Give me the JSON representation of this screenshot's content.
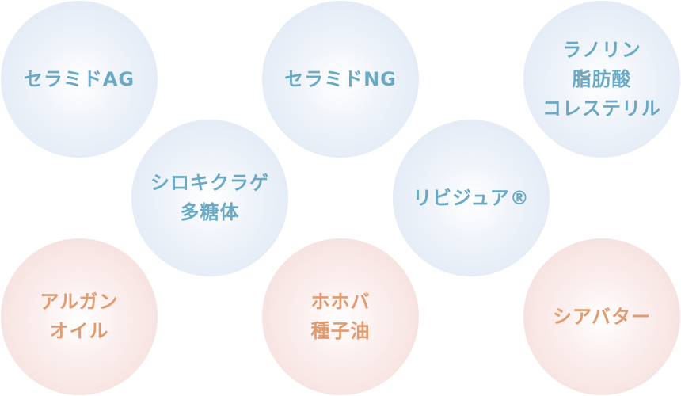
{
  "ingredients": [
    {
      "label": "セラミドAG",
      "tone": "blue"
    },
    {
      "label": "セラミドNG",
      "tone": "blue"
    },
    {
      "label": "ラノリン\n脂肪酸\nコレステリル",
      "tone": "blue"
    },
    {
      "label": "シロキクラゲ\n多糖体",
      "tone": "blue"
    },
    {
      "label": "リビジュア®",
      "tone": "blue"
    },
    {
      "label": "アルガン\nオイル",
      "tone": "pink"
    },
    {
      "label": "ホホバ\n種子油",
      "tone": "pink"
    },
    {
      "label": "シアバター",
      "tone": "pink"
    }
  ],
  "colors": {
    "blue_text": "#6aa9c4",
    "blue_fill": "#e3ebf6",
    "pink_text": "#e29a6f",
    "pink_fill": "#f6e2e0"
  }
}
